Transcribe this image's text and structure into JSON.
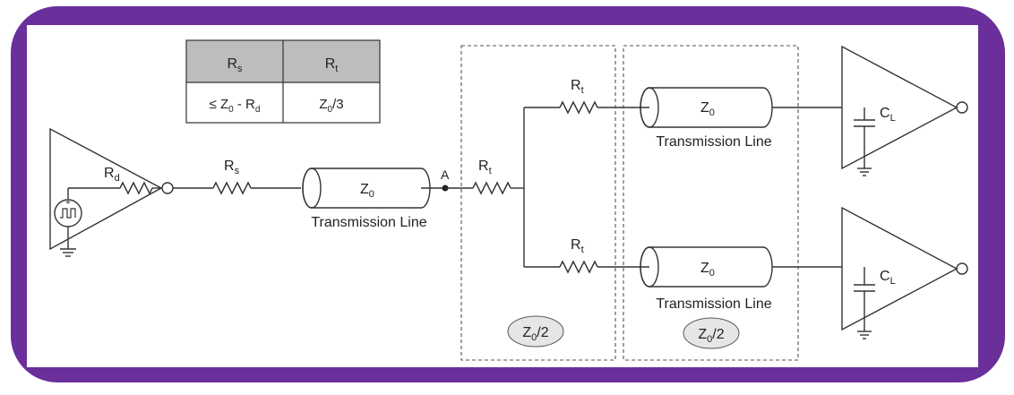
{
  "colors": {
    "frame": "#6a2f9a",
    "panel": "#ffffff",
    "wire": "#333333",
    "table_header": "#bdbdbd",
    "badge_fill": "#e6e6e6"
  },
  "table": {
    "header_rs": {
      "main": "R",
      "sub": "s"
    },
    "header_rt": {
      "main": "R",
      "sub": "t"
    },
    "cell_rs": {
      "a": "≤ Z",
      "b": "0",
      "c": " - R",
      "d": "d"
    },
    "cell_rt": {
      "a": "Z",
      "b": "0",
      "c": "/3"
    }
  },
  "labels": {
    "rd": {
      "main": "R",
      "sub": "d"
    },
    "rs": {
      "main": "R",
      "sub": "s"
    },
    "rt": {
      "main": "R",
      "sub": "t"
    },
    "z0": {
      "main": "Z",
      "sub": "0"
    },
    "cl": {
      "main": "C",
      "sub": "L"
    },
    "node_a": "A",
    "plus": "+",
    "minus": "-",
    "transmission_line": "Transmission Line",
    "half_z0": {
      "a": "Z",
      "b": "0",
      "c": "/2"
    }
  },
  "icons": {
    "source": "pulse-source-icon",
    "ground": "ground-icon",
    "buffer": "buffer-triangle-icon",
    "resistor": "resistor-icon",
    "capacitor": "capacitor-icon",
    "coax": "transmission-line-icon"
  }
}
